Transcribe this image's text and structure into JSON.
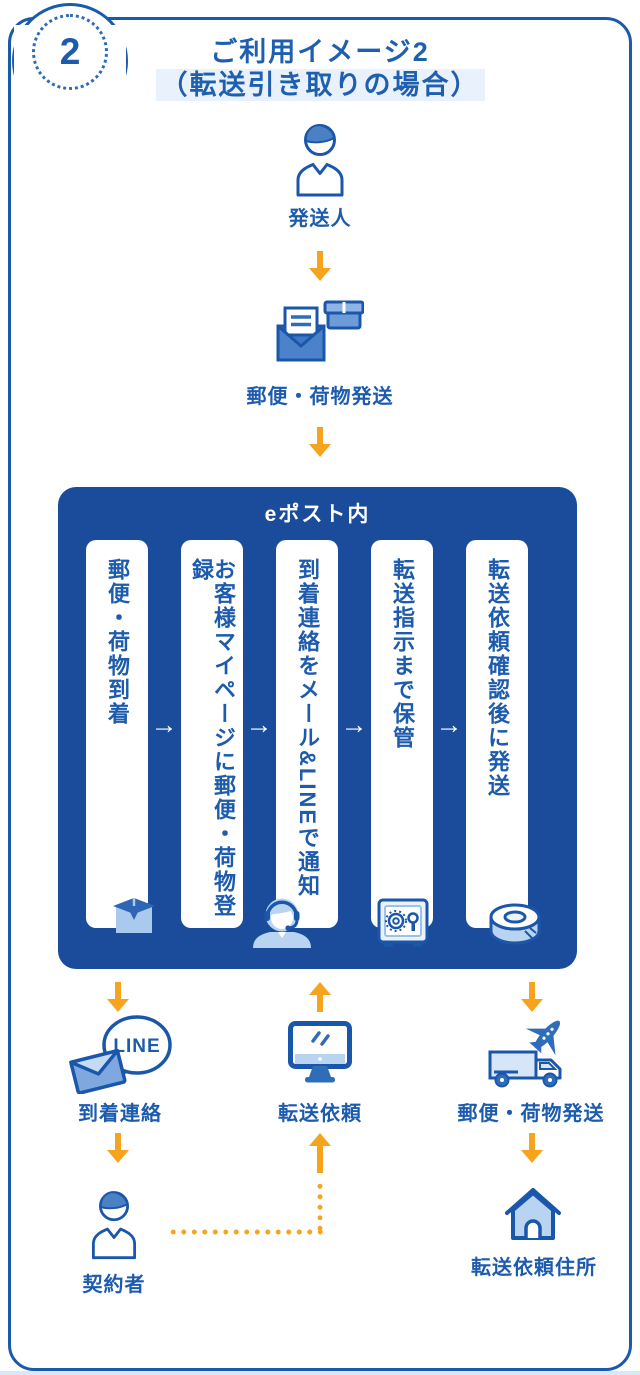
{
  "header": {
    "badge": "2",
    "title_line1": "ご利用イメージ2",
    "title_line2": "（転送引き取りの場合）"
  },
  "flow_top": {
    "sender_label": "発送人",
    "ship_label": "郵便・荷物発送"
  },
  "epost": {
    "title": "eポスト内",
    "arrow_glyph": "→",
    "steps": [
      {
        "label": "郵便・荷物到着",
        "icon": "package-icon"
      },
      {
        "label": "お客様マイページに郵便・荷物登録",
        "icon": ""
      },
      {
        "label": "到着連絡をメール&LINEで通知",
        "icon": "operator-icon"
      },
      {
        "label": "転送指示まで保管",
        "icon": "safe-icon"
      },
      {
        "label": "転送依頼確認後に発送",
        "icon": "tape-icon"
      }
    ]
  },
  "flow_bottom": {
    "arrival_label": "到着連絡",
    "request_label": "転送依頼",
    "ship_label": "郵便・荷物発送",
    "contractor_label": "契約者",
    "address_label": "転送依頼住所",
    "line_badge_text": "LINE"
  },
  "colors": {
    "box_blue": "#1b4c9c",
    "outline_blue": "#1a57ab",
    "text_blue": "#1d5bac",
    "light_blue_fill": "#b9d4f1",
    "orange": "#f6a41d",
    "page_strip": "#d9e8f7"
  }
}
